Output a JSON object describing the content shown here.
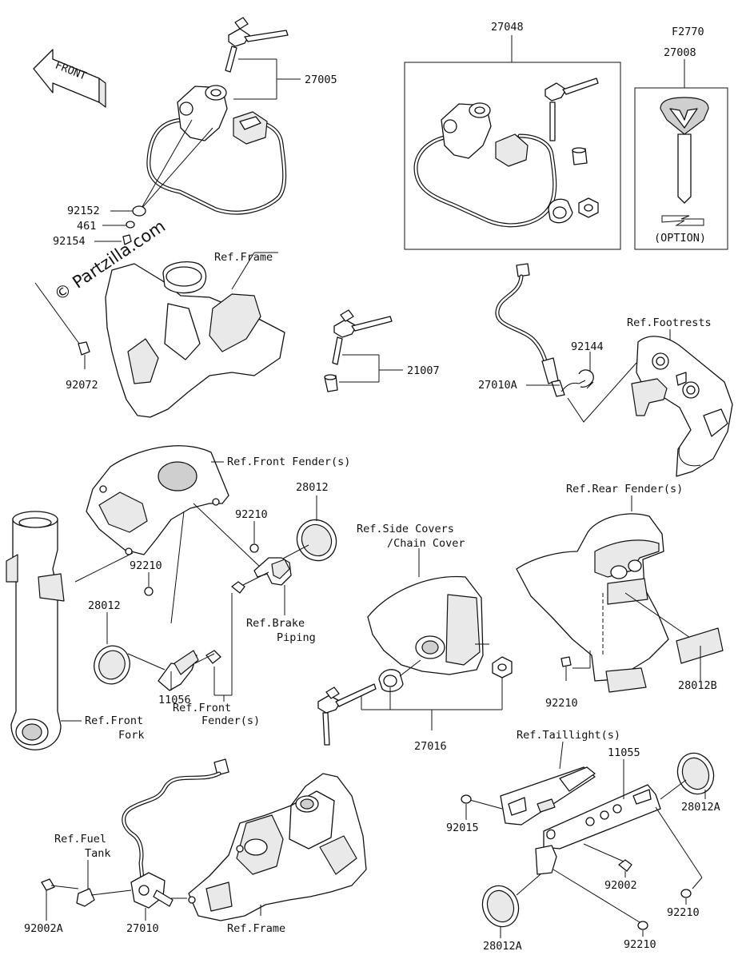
{
  "watermark": "© Partzilla.com",
  "front_arrow": "FRONT",
  "option_code": "F2770",
  "option_text": "(OPTION)",
  "parts": {
    "p27005": "27005",
    "p92152": "92152",
    "p461": "461",
    "p92154": "92154",
    "p92072": "92072",
    "p21007": "21007",
    "p27048": "27048",
    "p27008": "27008",
    "p27010A": "27010A",
    "p92144": "92144",
    "p28012_top": "28012",
    "p92210_a": "92210",
    "p92210_b": "92210",
    "p28012_left": "28012",
    "p11056": "11056",
    "p27016": "27016",
    "p92210_rear": "92210",
    "p28012B": "28012B",
    "p11055": "11055",
    "p92015": "92015",
    "p28012A_r": "28012A",
    "p92002": "92002",
    "p92210_c": "92210",
    "p92210_d": "92210",
    "p28012A_b": "28012A",
    "p92002A": "92002A",
    "p27010": "27010"
  },
  "refs": {
    "frame_top": "Ref.Frame",
    "footrests": "Ref.Footrests",
    "front_fender": "Ref.Front Fender(s)",
    "side_covers_1": "Ref.Side Covers",
    "side_covers_2": "/Chain Cover",
    "rear_fender": "Ref.Rear Fender(s)",
    "brake_1": "Ref.Brake",
    "brake_2": "Piping",
    "front_fender_b1": "Ref.Front",
    "front_fender_b2": "Fender(s)",
    "front_fork_1": "Ref.Front",
    "front_fork_2": "Fork",
    "taillight": "Ref.Taillight(s)",
    "fuel_1": "Ref.Fuel",
    "fuel_2": "Tank",
    "frame_bottom": "Ref.Frame"
  }
}
